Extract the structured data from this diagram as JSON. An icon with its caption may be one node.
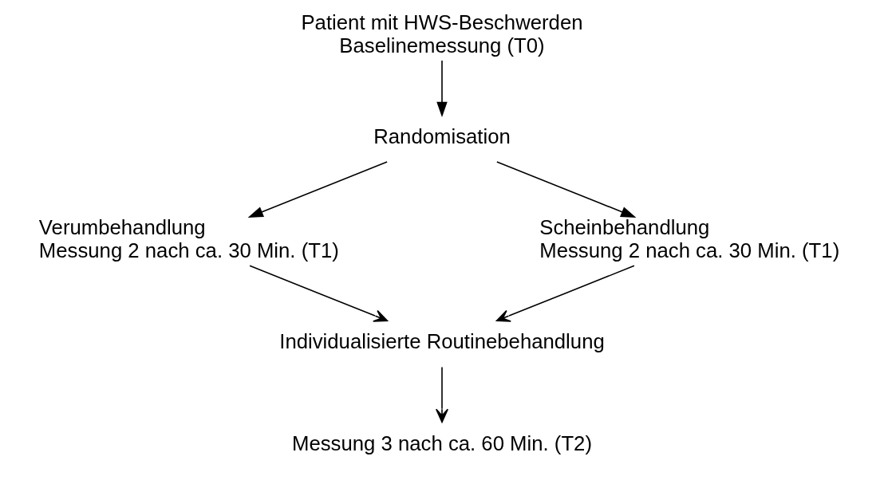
{
  "diagram": {
    "nodes": [
      {
        "text": [
          "Patient mit HWS-Beschwerden",
          "Baselinemessung (T0)"
        ]
      },
      {
        "text": [
          "Randomisation"
        ]
      },
      {
        "text": [
          "Verumbehandlung",
          "Messung 2 nach ca. 30 Min. (T1)"
        ]
      },
      {
        "text": [
          "Scheinbehandlung",
          "Messung 2 nach ca. 30 Min. (T1)"
        ]
      },
      {
        "text": [
          "Individualisierte Routinebehandlung"
        ]
      },
      {
        "text": [
          "Messung 3 nach ca. 60 Min. (T2)"
        ]
      }
    ],
    "edges": [
      {
        "from": 0,
        "to": 1,
        "arrow": "to"
      },
      {
        "from": 1,
        "to": 2,
        "arrow": "to"
      },
      {
        "from": 1,
        "to": 3,
        "arrow": "to"
      },
      {
        "from": 2,
        "to": 4,
        "arrow": "to"
      },
      {
        "from": 3,
        "to": 4,
        "arrow": "to"
      },
      {
        "from": 4,
        "to": 5,
        "arrow": "to"
      }
    ]
  }
}
